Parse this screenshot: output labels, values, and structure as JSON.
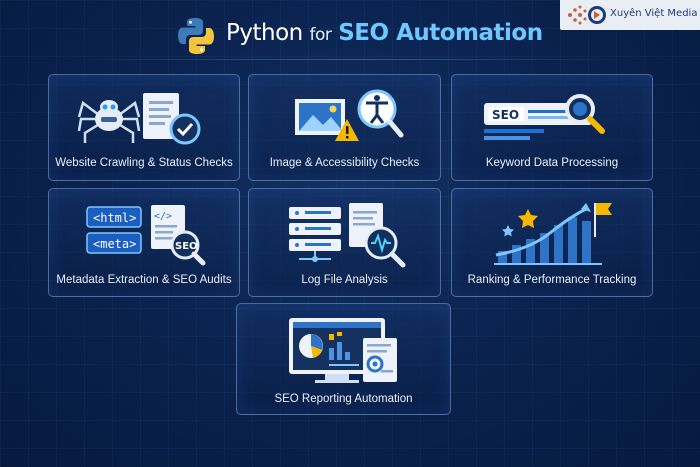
{
  "header": {
    "title_part1": "Python",
    "title_part2": "for",
    "title_part3": "SEO Automation"
  },
  "brand": {
    "name": "Xuyên Việt Media"
  },
  "cards": [
    {
      "label": "Website Crawling & Status Checks",
      "icon": "spider-robot-document-check-icon"
    },
    {
      "label": "Image & Accessibility Checks",
      "icon": "image-warning-accessibility-icon"
    },
    {
      "label": "Keyword Data Processing",
      "icon": "seo-search-bar-icon",
      "tag": "SEO"
    },
    {
      "label": "Metadata Extraction & SEO Audits",
      "icon": "html-meta-code-icon",
      "tags": [
        "<html>",
        "<meta>",
        "SEO"
      ]
    },
    {
      "label": "Log File Analysis",
      "icon": "server-log-magnifier-icon"
    },
    {
      "label": "Ranking & Performance Tracking",
      "icon": "rising-bars-star-flag-icon"
    },
    {
      "label": "SEO Reporting Automation",
      "icon": "dashboard-report-icon"
    }
  ],
  "colors": {
    "accent": "#6fc7ff",
    "background": "#0b2350",
    "warning": "#f5b800"
  }
}
